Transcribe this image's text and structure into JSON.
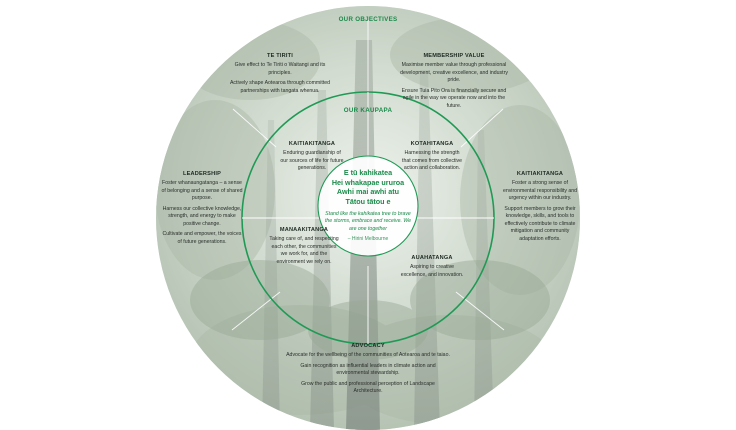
{
  "colors": {
    "accent": "#1f9a55",
    "forest_dark": "#3f4e42",
    "forest_light": "#c7d3c6",
    "center_fill": "#ffffff"
  },
  "diagram": {
    "outer_title": "OUR OBJECTIVES",
    "inner_title": "OUR KAUPAPA",
    "objectives": [
      {
        "id": "te-tiriti",
        "title": "TE TIRITI",
        "lines": [
          "Give effect to Te Tiriti o Waitangi and its principles.",
          "Actively shape Aotearoa through committed partnerships with tangata whenua."
        ]
      },
      {
        "id": "membership-value",
        "title": "MEMBERSHIP VALUE",
        "lines": [
          "Maximise member value through professional development, creative excellence, and industry pride.",
          "Ensure Tuia Pito Ora is financially secure and agile in the way we operate now and into the future."
        ]
      },
      {
        "id": "kaitiakitanga-outer",
        "title": "KAITIAKITANGA",
        "lines": [
          "Foster a strong sense of environmental responsibility and urgency within our industry.",
          "Support members to grow their knowledge, skills, and tools to effectively contribute to climate mitigation and community adaptation efforts."
        ]
      },
      {
        "id": "advocacy",
        "title": "ADVOCACY",
        "lines": [
          "Advocate for the wellbeing of the communities of Aotearoa and te taiao.",
          "Gain recognition as influential leaders in climate action and environmental stewardship.",
          "Grow the public and professional perception of Landscape Architecture."
        ]
      },
      {
        "id": "leadership",
        "title": "LEADERSHIP",
        "lines": [
          "Foster whanaungatanga – a sense of belonging and a sense of shared purpose.",
          "Harness our collective knowledge, strength, and energy to make positive change.",
          "Cultivate and empower, the voices of future generations."
        ]
      }
    ],
    "kaupapa": [
      {
        "id": "kaitiakitanga-inner",
        "title": "KAITIAKITANGA",
        "text": "Enduring guardianship of our sources of life for future generations."
      },
      {
        "id": "kotahitanga",
        "title": "KOTAHITANGA",
        "text": "Harnessing the strength that comes from collective action and collaboration."
      },
      {
        "id": "auahatanga",
        "title": "AUAHATANGA",
        "text": "Aspiring to creative excellence, and innovation."
      },
      {
        "id": "manaakitanga",
        "title": "MANAAKITANGA",
        "text": "Taking care of, and respecting each other, the communities we work for, and the environment we rely on."
      }
    ],
    "center": {
      "maori_lines": [
        "E tū kahikatea",
        "Hei whakapae ururoa",
        "Awhi mai awhi atu",
        "Tātou tātou e"
      ],
      "english": "Stand like the kahikatea tree to brave the storms, embrace and receive. We are one together",
      "attribution": "– Hirini Melbourne"
    }
  }
}
